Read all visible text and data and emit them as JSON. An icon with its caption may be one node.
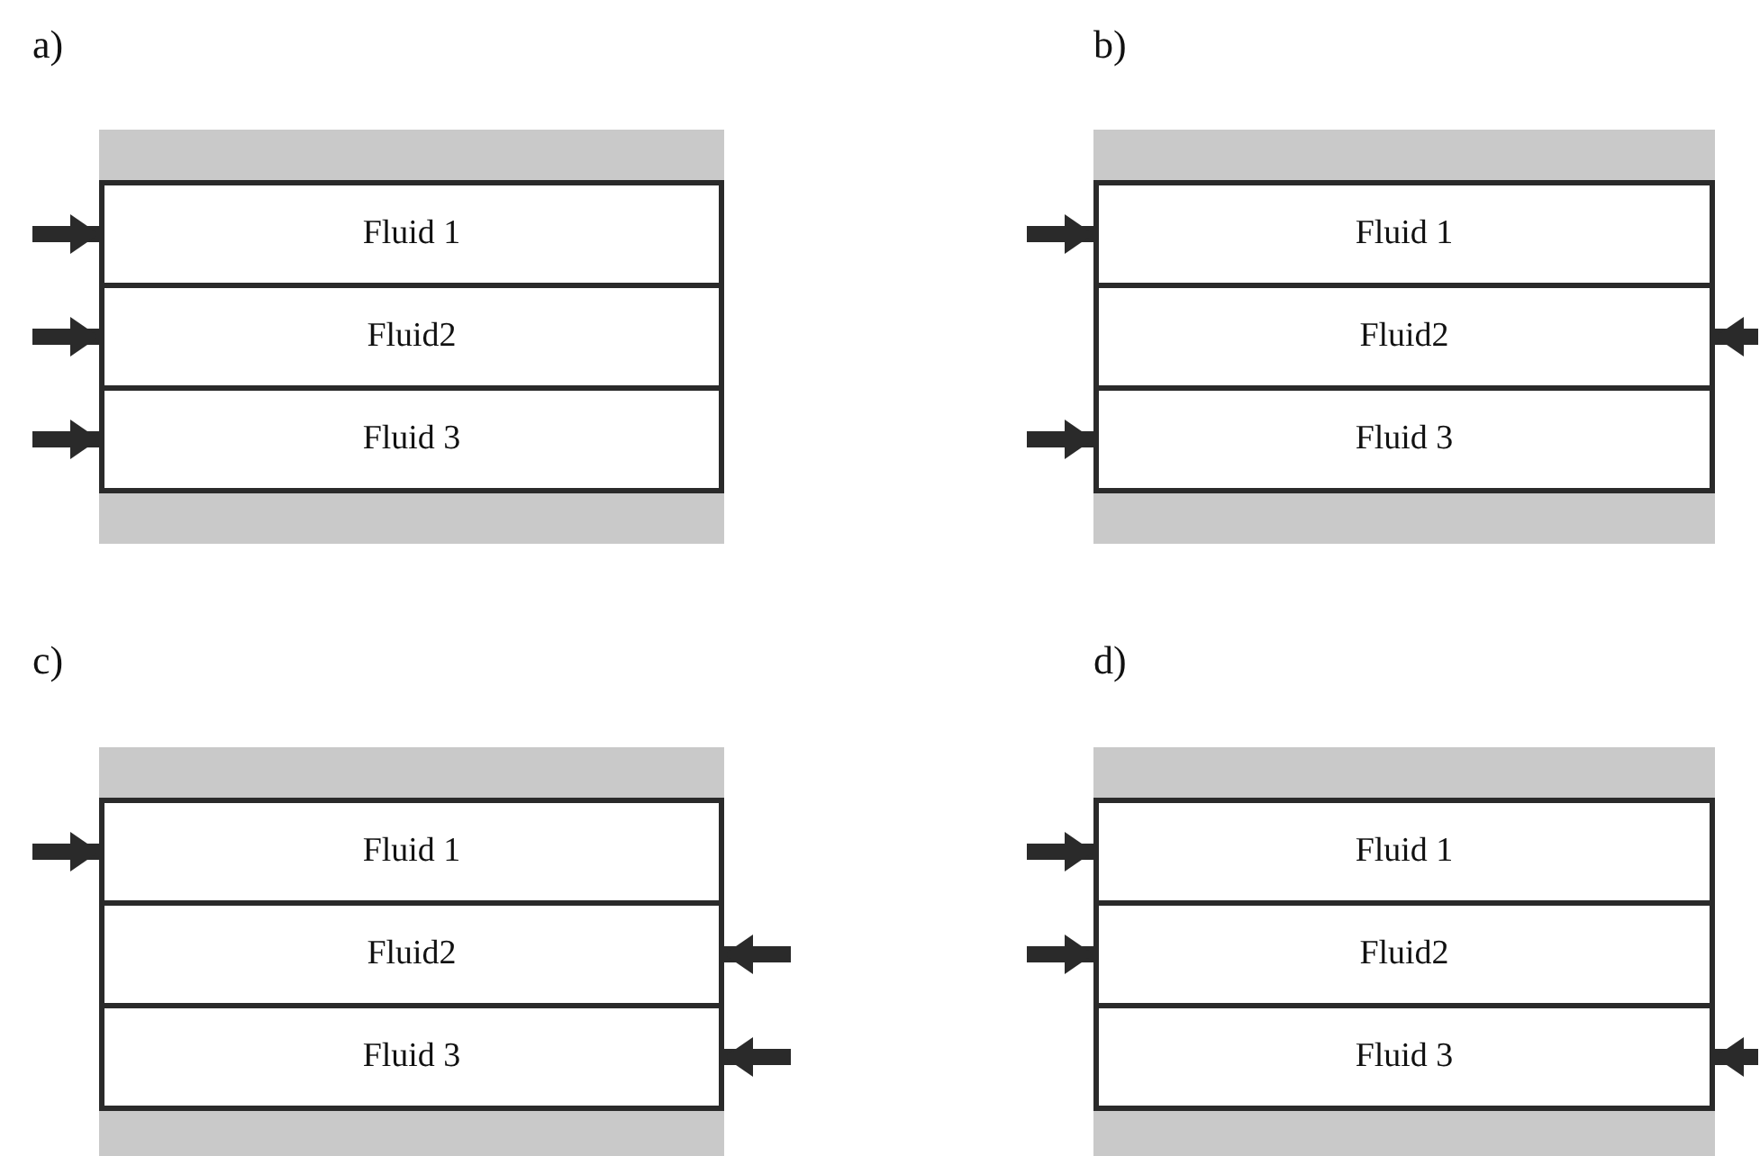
{
  "diagram": {
    "nodes": [
      {
        "text": [],
        "shape": "bar"
      },
      {
        "text": [
          "Fluid 1"
        ]
      },
      {
        "text": [
          "Fluid2"
        ]
      },
      {
        "text": [
          "Fluid 3"
        ]
      },
      {
        "text": [],
        "shape": "bar"
      },
      {
        "text": [],
        "shape": "bar"
      },
      {
        "text": [
          "Fluid 1"
        ]
      },
      {
        "text": [
          "Fluid2"
        ]
      },
      {
        "text": [
          "Fluid 3"
        ]
      },
      {
        "text": [],
        "shape": "bar"
      },
      {
        "text": [],
        "shape": "bar"
      },
      {
        "text": [
          "Fluid 1"
        ]
      },
      {
        "text": [
          "Fluid2"
        ]
      },
      {
        "text": [
          "Fluid 3"
        ]
      },
      {
        "text": [],
        "shape": "bar"
      },
      {
        "text": [],
        "shape": "bar"
      },
      {
        "text": [
          "Fluid 1"
        ]
      },
      {
        "text": [
          "Fluid2"
        ]
      },
      {
        "text": [
          "Fluid 3"
        ]
      },
      {
        "text": [],
        "shape": "bar"
      }
    ],
    "edges": [
      {
        "from": null,
        "to": 1,
        "arrow": "to"
      },
      {
        "from": null,
        "to": 2,
        "arrow": "to"
      },
      {
        "from": null,
        "to": 3,
        "arrow": "to"
      },
      {
        "from": null,
        "to": 6,
        "arrow": "to"
      },
      {
        "from": null,
        "to": 7,
        "arrow": "to"
      },
      {
        "from": null,
        "to": 8,
        "arrow": "to"
      },
      {
        "from": null,
        "to": 11,
        "arrow": "to"
      },
      {
        "from": null,
        "to": 12,
        "arrow": "to"
      },
      {
        "from": null,
        "to": 13,
        "arrow": "to"
      },
      {
        "from": null,
        "to": 16,
        "arrow": "to"
      },
      {
        "from": null,
        "to": 17,
        "arrow": "to"
      },
      {
        "from": null,
        "to": 18,
        "arrow": "to"
      }
    ],
    "labels": [
      "a)",
      "b)",
      "c)",
      "d)"
    ]
  }
}
